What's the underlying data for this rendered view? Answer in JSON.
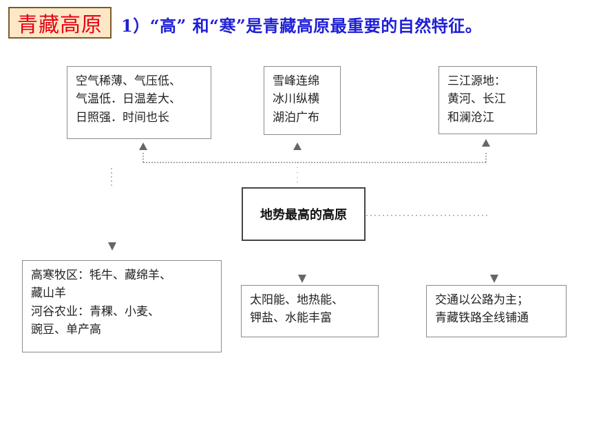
{
  "header": {
    "title": "青藏高原",
    "subtitle": "1）“高” 和“寒”是青藏高原最重要的自然特征。"
  },
  "diagram": {
    "center": "地势最高的高原",
    "top_boxes": [
      {
        "lines": [
          "空气稀薄、气压低、",
          "气温低．日温差大、",
          "日照强．时间也长"
        ]
      },
      {
        "lines": [
          "雪峰连绵",
          "冰川纵横",
          "湖泊广布"
        ]
      },
      {
        "lines": [
          "三江源地：",
          "黄河、长江",
          "和澜沧江"
        ]
      }
    ],
    "bottom_boxes": [
      {
        "lines": [
          "高寒牧区：牦牛、藏绵羊、",
          "藏山羊",
          "河谷农业：青稞、小麦、",
          "豌豆、单产高"
        ]
      },
      {
        "lines": [
          "太阳能、地热能、",
          "钾盐、水能丰富"
        ]
      },
      {
        "lines": [
          "交通以公路为主；",
          "青藏铁路全线铺通"
        ]
      }
    ]
  },
  "colors": {
    "title_red": "#e60012",
    "title_bg": "#fde7c6",
    "subtitle_blue": "#1f1fd6"
  }
}
